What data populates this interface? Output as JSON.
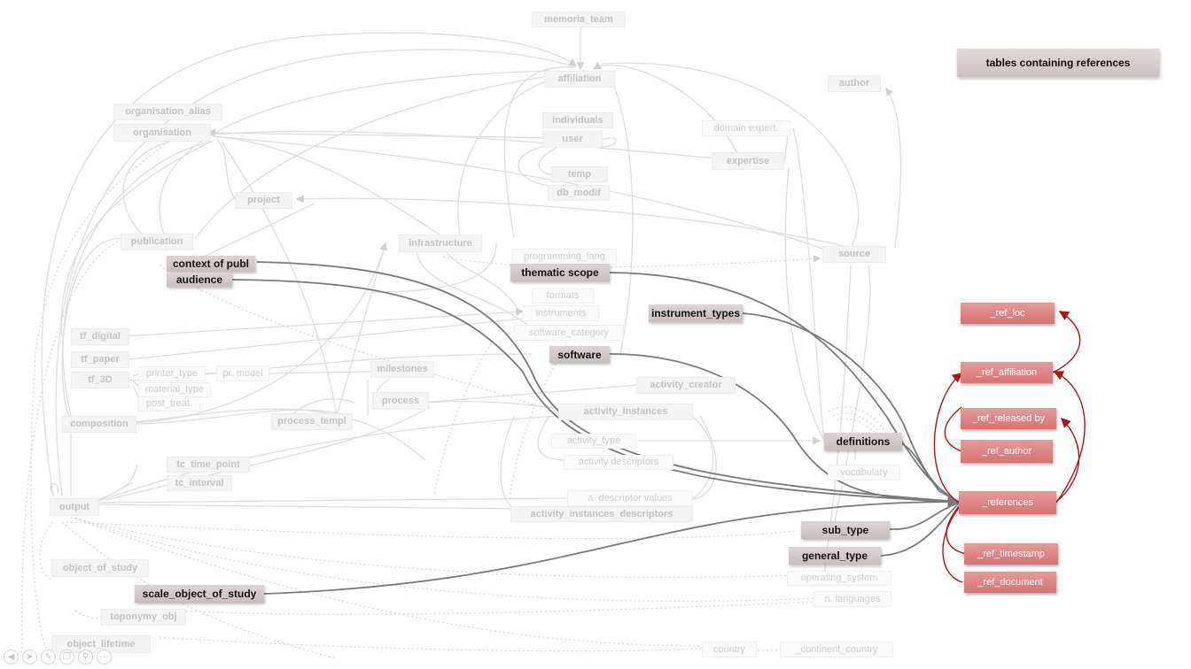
{
  "legend": "tables containing references",
  "faded_nodes": {
    "memoria_team": "memoria_team",
    "affiliation": "affiliation",
    "individuals": "individuals",
    "user": "user",
    "temp": "temp",
    "db_modif": "db_modif",
    "organisation_alias": "organisation_alias",
    "organisation": "organisation",
    "project": "project",
    "publication": "publication",
    "author": "author",
    "domain_expert": "domain expert.",
    "expertise": "expertise",
    "source": "source",
    "infrastructure": "infrastructure",
    "programming_lang": "programming_lang",
    "formats": "formats",
    "instruments": "instruments",
    "software_category": "software_category",
    "tf_digital": "tf_digital",
    "tf_paper": "tf_paper",
    "tf_3D": "tf_3D",
    "printer_type": "printer_type",
    "material_type": "material_type",
    "post_treat": "post_treat.",
    "pr_model": "pr. model",
    "milestones": "milestones",
    "process": "process",
    "activity_creator": "activity_creator",
    "activity_instances": "activity_instances",
    "activity_type": "activity_type",
    "activity_descriptors": "activity descriptors",
    "a_descriptor_values": "a. descriptor values",
    "activity_instances_descriptors": "activity_instances_descriptors",
    "composition": "composition",
    "process_templ": "process_templ",
    "tc_time_point": "tc_time_point",
    "tc_interval": "tc_interval",
    "output": "output",
    "vocabulary": "vocabulary",
    "object_of_study": "object_of_study",
    "toponymy_obj": "toponymy_obj",
    "object_lifetime": "object_lifetime",
    "operating_system": "operating_system",
    "n_languages": "n. languages",
    "country": "country",
    "continent_country": "_continent_country"
  },
  "highlighted_nodes": {
    "context_of_publ": "context of publ",
    "audience": "audience",
    "thematic_scope": "thematic scope",
    "instrument_types": "instrument_types",
    "software": "software",
    "definitions": "definitions",
    "sub_type": "sub_type",
    "general_type": "general_type",
    "scale_object_of_study": "scale_object_of_study"
  },
  "ref_nodes": {
    "ref_loc": "_ref_loc",
    "ref_affiliation": "_ref_affiliation",
    "ref_released_by": "_ref_released by",
    "ref_author": "_ref_author",
    "references": "_references",
    "ref_timestamp": "_ref_timestamp",
    "ref_document": "_ref_document"
  },
  "toolbar_icons": [
    "back-icon",
    "pointer-icon",
    "pen-icon",
    "copy-icon",
    "zoom-icon",
    "more-icon"
  ],
  "colors": {
    "highlight_bg": "#d2c8c8",
    "ref_bg": "#da7e7e",
    "ref_edge": "#b01515",
    "strong_edge": "#7a7a7a",
    "faded_edge": "#dcdcdc"
  }
}
